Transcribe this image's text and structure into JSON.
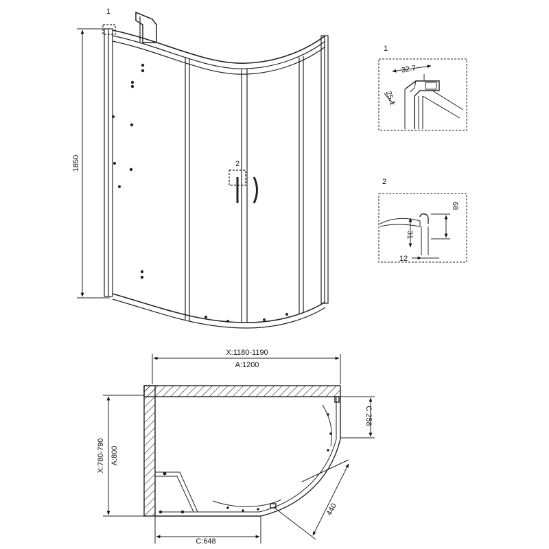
{
  "front_view": {
    "callout_1": "1",
    "callout_2": "2",
    "height": "1850"
  },
  "detail_1": {
    "title": "1",
    "dim_a": "32.7",
    "dim_b": "25.1"
  },
  "detail_2": {
    "title": "2",
    "dim_a": "68",
    "dim_b": "31",
    "dim_c": "12"
  },
  "plan_view": {
    "x_width": "X:1180-1190",
    "a_width": "A:1200",
    "x_depth": "X:780-790",
    "a_depth": "A:800",
    "c_side": "C:258",
    "c_bottom": "C:648",
    "diagonal": "440"
  }
}
